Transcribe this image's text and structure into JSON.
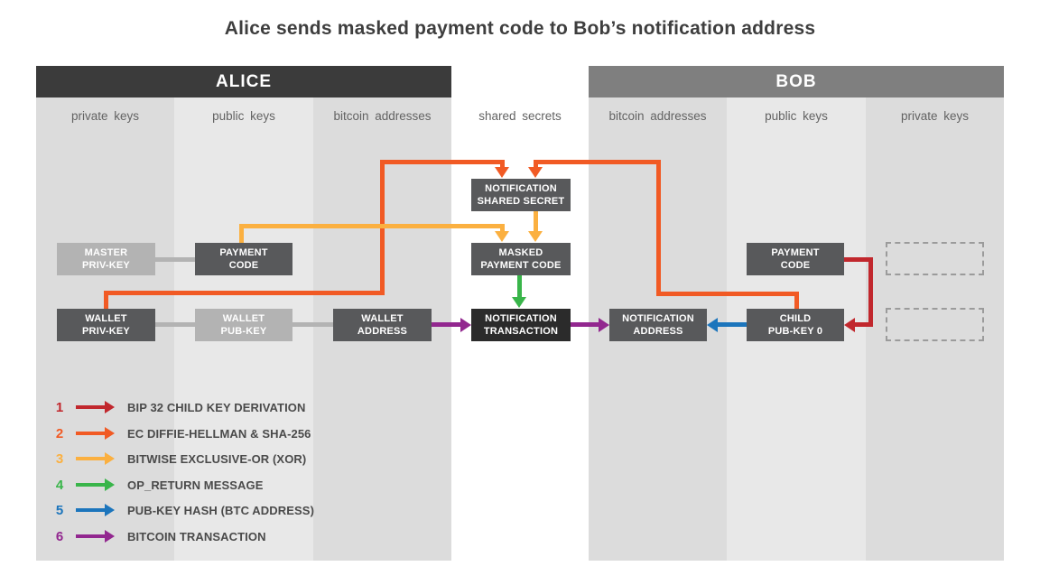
{
  "title": "Alice sends masked payment code to Bob’s notification address",
  "colors": {
    "red": "#C1272D",
    "orange": "#F15A24",
    "amber": "#FBB040",
    "green": "#39B54A",
    "blue": "#1C75BC",
    "purple": "#92278F",
    "alice_header": "#3B3B3B",
    "bob_header": "#7F7F7F",
    "col_dark": "#DCDCDC",
    "col_light": "#E8E8E8",
    "box_dark": "#58595B",
    "box_light": "#B3B3B3",
    "box_black": "#2B2B2B",
    "connector": "#B3B3B3"
  },
  "panels": {
    "alice": {
      "title": "ALICE",
      "columns": [
        "private keys",
        "public keys",
        "bitcoin addresses"
      ]
    },
    "middle": {
      "label": "shared secrets"
    },
    "bob": {
      "title": "BOB",
      "columns": [
        "bitcoin addresses",
        "public keys",
        "private keys"
      ]
    }
  },
  "boxes": {
    "master_priv_key": "MASTER\nPRIV-KEY",
    "payment_code_alice": "PAYMENT\nCODE",
    "wallet_priv_key": "WALLET\nPRIV-KEY",
    "wallet_pub_key": "WALLET\nPUB-KEY",
    "wallet_address": "WALLET\nADDRESS",
    "notification_shared_secret": "NOTIFICATION\nSHARED SECRET",
    "masked_payment_code": "MASKED\nPAYMENT CODE",
    "notification_transaction": "NOTIFICATION\nTRANSACTION",
    "notification_address": "NOTIFICATION\nADDRESS",
    "child_pub_key_0": "CHILD\nPUB-KEY 0",
    "payment_code_bob": "PAYMENT\nCODE"
  },
  "legend": {
    "items": [
      {
        "num": "1",
        "label": "BIP 32 CHILD KEY DERIVATION",
        "color": "#C1272D"
      },
      {
        "num": "2",
        "label": "EC DIFFIE-HELLMAN & SHA-256",
        "color": "#F15A24"
      },
      {
        "num": "3",
        "label": "BITWISE EXCLUSIVE-OR (XOR)",
        "color": "#FBB040"
      },
      {
        "num": "4",
        "label": "OP_RETURN MESSAGE",
        "color": "#39B54A"
      },
      {
        "num": "5",
        "label": "PUB-KEY HASH (BTC ADDRESS)",
        "color": "#1C75BC"
      },
      {
        "num": "6",
        "label": "BITCOIN TRANSACTION",
        "color": "#92278F"
      }
    ]
  }
}
